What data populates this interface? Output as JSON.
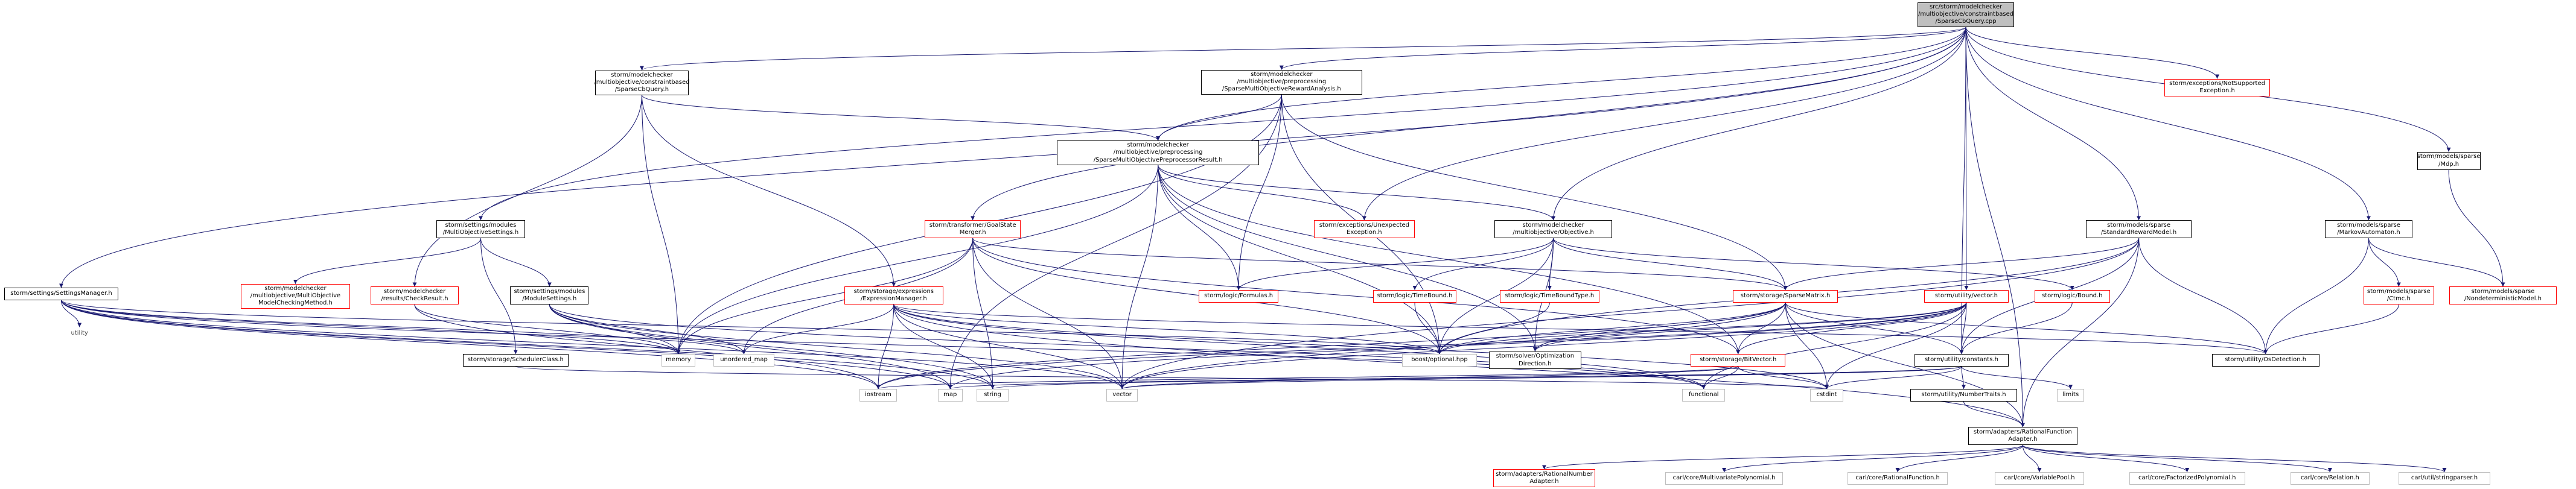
{
  "colors": {
    "edge": "#191970",
    "box_border": "#000000",
    "box_red": "#ff0000",
    "box_gray": "#bfbfbf",
    "root_fill": "#bfbfbf"
  },
  "nodes": [
    {
      "id": "root",
      "kind": "root",
      "lines": [
        "src/storm/modelchecker",
        "/multiobjective/constraintbased",
        "/SparseCbQuery.cpp"
      ]
    },
    {
      "id": "cbquery_h",
      "kind": "normal",
      "lines": [
        "storm/modelchecker",
        "/multiobjective/constraintbased",
        "/SparseCbQuery.h"
      ]
    },
    {
      "id": "reward_analysis",
      "kind": "normal",
      "lines": [
        "storm/modelchecker",
        "/multiobjective/preprocessing",
        "/SparseMultiObjectiveRewardAnalysis.h"
      ]
    },
    {
      "id": "preproc_result",
      "kind": "normal",
      "lines": [
        "storm/modelchecker",
        "/multiobjective/preprocessing",
        "/SparseMultiObjectivePreprocessorResult.h"
      ]
    },
    {
      "id": "mo_settings",
      "kind": "normal",
      "lines": [
        "storm/settings/modules",
        "/MultiObjectiveSettings.h"
      ]
    },
    {
      "id": "settings_manager",
      "kind": "normal",
      "lines": [
        "storm/settings/SettingsManager.h"
      ]
    },
    {
      "id": "utility",
      "kind": "none",
      "lines": [
        "utility"
      ]
    },
    {
      "id": "mo_method",
      "kind": "red",
      "lines": [
        "storm/modelchecker",
        "/multiobjective/MultiObjective",
        "ModelCheckingMethod.h"
      ]
    },
    {
      "id": "check_result",
      "kind": "red",
      "lines": [
        "storm/modelchecker",
        "/results/CheckResult.h"
      ]
    },
    {
      "id": "module_settings",
      "kind": "normal",
      "lines": [
        "storm/settings/modules",
        "/ModuleSettings.h"
      ]
    },
    {
      "id": "scheduler_class",
      "kind": "normal",
      "lines": [
        "storm/storage/SchedulerClass.h"
      ]
    },
    {
      "id": "goal_state",
      "kind": "red",
      "lines": [
        "storm/transformer/GoalState",
        "Merger.h"
      ]
    },
    {
      "id": "expr_manager",
      "kind": "red",
      "lines": [
        "storm/storage/expressions",
        "/ExpressionManager.h"
      ]
    },
    {
      "id": "unexpected_exc",
      "kind": "red",
      "lines": [
        "storm/exceptions/Unexpected",
        "Exception.h"
      ]
    },
    {
      "id": "mo_objective",
      "kind": "normal",
      "lines": [
        "storm/modelchecker",
        "/multiobjective/Objective.h"
      ]
    },
    {
      "id": "logic_formulas",
      "kind": "red",
      "lines": [
        "storm/logic/Formulas.h"
      ]
    },
    {
      "id": "time_bound",
      "kind": "red",
      "lines": [
        "storm/logic/TimeBound.h"
      ]
    },
    {
      "id": "time_bound_type",
      "kind": "red",
      "lines": [
        "storm/logic/TimeBoundType.h"
      ]
    },
    {
      "id": "sparse_matrix",
      "kind": "red",
      "lines": [
        "storm/storage/SparseMatrix.h"
      ]
    },
    {
      "id": "utility_vector",
      "kind": "red",
      "lines": [
        "storm/utility/vector.h"
      ]
    },
    {
      "id": "logic_bound",
      "kind": "red",
      "lines": [
        "storm/logic/Bound.h"
      ]
    },
    {
      "id": "std_reward",
      "kind": "normal",
      "lines": [
        "storm/models/sparse",
        "/StandardRewardModel.h"
      ]
    },
    {
      "id": "markov_automaton",
      "kind": "normal",
      "lines": [
        "storm/models/sparse",
        "/MarkovAutomaton.h"
      ]
    },
    {
      "id": "mdp",
      "kind": "normal",
      "lines": [
        "storm/models/sparse",
        "/Mdp.h"
      ]
    },
    {
      "id": "not_supported",
      "kind": "red",
      "lines": [
        "storm/exceptions/NotSupported",
        "Exception.h"
      ]
    },
    {
      "id": "ctmc",
      "kind": "red",
      "lines": [
        "storm/models/sparse",
        "/Ctmc.h"
      ]
    },
    {
      "id": "nondet_model",
      "kind": "red",
      "lines": [
        "storm/models/sparse",
        "/NondeterministicModel.h"
      ]
    },
    {
      "id": "boost_optional",
      "kind": "gray",
      "lines": [
        "boost/optional.hpp"
      ]
    },
    {
      "id": "solver_opt_dir",
      "kind": "normal",
      "lines": [
        "storm/solver/Optimization",
        "Direction.h"
      ]
    },
    {
      "id": "bit_vector",
      "kind": "red",
      "lines": [
        "storm/storage/BitVector.h"
      ]
    },
    {
      "id": "constants",
      "kind": "normal",
      "lines": [
        "storm/utility/constants.h"
      ]
    },
    {
      "id": "os_detection",
      "kind": "normal",
      "lines": [
        "storm/utility/OsDetection.h"
      ]
    },
    {
      "id": "memory",
      "kind": "gray",
      "lines": [
        "memory"
      ]
    },
    {
      "id": "unordered_map",
      "kind": "gray",
      "lines": [
        "unordered_map"
      ]
    },
    {
      "id": "iostream",
      "kind": "gray",
      "lines": [
        "iostream"
      ]
    },
    {
      "id": "map",
      "kind": "gray",
      "lines": [
        "map"
      ]
    },
    {
      "id": "string",
      "kind": "gray",
      "lines": [
        "string"
      ]
    },
    {
      "id": "vector",
      "kind": "gray",
      "lines": [
        "vector"
      ]
    },
    {
      "id": "functional",
      "kind": "gray",
      "lines": [
        "functional"
      ]
    },
    {
      "id": "cstdint",
      "kind": "gray",
      "lines": [
        "cstdint"
      ]
    },
    {
      "id": "limits",
      "kind": "gray",
      "lines": [
        "limits"
      ]
    },
    {
      "id": "number_traits",
      "kind": "normal",
      "lines": [
        "storm/utility/NumberTraits.h"
      ]
    },
    {
      "id": "rational_function",
      "kind": "normal",
      "lines": [
        "storm/adapters/RationalFunction",
        "Adapter.h"
      ]
    },
    {
      "id": "rational_number",
      "kind": "red",
      "lines": [
        "storm/adapters/RationalNumber",
        "Adapter.h"
      ]
    },
    {
      "id": "carl_multivariate",
      "kind": "gray",
      "lines": [
        "carl/core/MultivariatePolynomial.h"
      ]
    },
    {
      "id": "carl_rational_fn",
      "kind": "gray",
      "lines": [
        "carl/core/RationalFunction.h"
      ]
    },
    {
      "id": "carl_variable_pool",
      "kind": "gray",
      "lines": [
        "carl/core/VariablePool.h"
      ]
    },
    {
      "id": "carl_factorized",
      "kind": "gray",
      "lines": [
        "carl/core/FactorizedPolynomial.h"
      ]
    },
    {
      "id": "carl_relation",
      "kind": "gray",
      "lines": [
        "carl/core/Relation.h"
      ]
    },
    {
      "id": "carl_stringparser",
      "kind": "gray",
      "lines": [
        "carl/util/stringparser.h"
      ]
    }
  ],
  "edges": [
    [
      "root",
      "cbquery_h"
    ],
    [
      "root",
      "reward_analysis"
    ],
    [
      "root",
      "preproc_result"
    ],
    [
      "root",
      "mo_settings"
    ],
    [
      "root",
      "settings_manager"
    ],
    [
      "root",
      "goal_state"
    ],
    [
      "root",
      "unexpected_exc"
    ],
    [
      "root",
      "mo_objective"
    ],
    [
      "root",
      "std_reward"
    ],
    [
      "root",
      "markov_automaton"
    ],
    [
      "root",
      "mdp"
    ],
    [
      "root",
      "not_supported"
    ],
    [
      "root",
      "utility_vector"
    ],
    [
      "root",
      "constants"
    ],
    [
      "root",
      "rational_function"
    ],
    [
      "cbquery_h",
      "preproc_result"
    ],
    [
      "cbquery_h",
      "check_result"
    ],
    [
      "cbquery_h",
      "expr_manager"
    ],
    [
      "cbquery_h",
      "memory"
    ],
    [
      "reward_analysis",
      "preproc_result"
    ],
    [
      "reward_analysis",
      "logic_formulas"
    ],
    [
      "reward_analysis",
      "sparse_matrix"
    ],
    [
      "reward_analysis",
      "boost_optional"
    ],
    [
      "reward_analysis",
      "memory"
    ],
    [
      "reward_analysis",
      "map"
    ],
    [
      "preproc_result",
      "mo_objective"
    ],
    [
      "preproc_result",
      "logic_formulas"
    ],
    [
      "preproc_result",
      "unexpected_exc"
    ],
    [
      "preproc_result",
      "boost_optional"
    ],
    [
      "preproc_result",
      "memory"
    ],
    [
      "preproc_result",
      "vector"
    ],
    [
      "preproc_result",
      "solver_opt_dir"
    ],
    [
      "preproc_result",
      "bit_vector"
    ],
    [
      "mo_settings",
      "mo_method"
    ],
    [
      "mo_settings",
      "module_settings"
    ],
    [
      "mo_settings",
      "scheduler_class"
    ],
    [
      "settings_manager",
      "utility"
    ],
    [
      "settings_manager",
      "memory"
    ],
    [
      "settings_manager",
      "unordered_map"
    ],
    [
      "settings_manager",
      "iostream"
    ],
    [
      "settings_manager",
      "map"
    ],
    [
      "settings_manager",
      "vector"
    ],
    [
      "settings_manager",
      "string"
    ],
    [
      "settings_manager",
      "boost_optional"
    ],
    [
      "settings_manager",
      "functional"
    ],
    [
      "check_result",
      "iostream"
    ],
    [
      "check_result",
      "memory"
    ],
    [
      "module_settings",
      "memory"
    ],
    [
      "module_settings",
      "unordered_map"
    ],
    [
      "module_settings",
      "map"
    ],
    [
      "module_settings",
      "vector"
    ],
    [
      "module_settings",
      "string"
    ],
    [
      "module_settings",
      "functional"
    ],
    [
      "scheduler_class",
      "cstdint"
    ],
    [
      "goal_state",
      "sparse_matrix"
    ],
    [
      "goal_state",
      "boost_optional"
    ],
    [
      "goal_state",
      "memory"
    ],
    [
      "goal_state",
      "unordered_map"
    ],
    [
      "goal_state",
      "string"
    ],
    [
      "goal_state",
      "vector"
    ],
    [
      "goal_state",
      "bit_vector"
    ],
    [
      "expr_manager",
      "unordered_map"
    ],
    [
      "expr_manager",
      "iostream"
    ],
    [
      "expr_manager",
      "string"
    ],
    [
      "expr_manager",
      "vector"
    ],
    [
      "expr_manager",
      "cstdint"
    ],
    [
      "expr_manager",
      "boost_optional"
    ],
    [
      "expr_manager",
      "os_detection"
    ],
    [
      "expr_manager",
      "functional"
    ],
    [
      "expr_manager",
      "rational_function"
    ],
    [
      "mo_objective",
      "logic_formulas"
    ],
    [
      "mo_objective",
      "time_bound"
    ],
    [
      "mo_objective",
      "time_bound_type"
    ],
    [
      "mo_objective",
      "boost_optional"
    ],
    [
      "mo_objective",
      "solver_opt_dir"
    ],
    [
      "mo_objective",
      "sparse_matrix"
    ],
    [
      "mo_objective",
      "logic_bound"
    ],
    [
      "time_bound",
      "boost_optional"
    ],
    [
      "time_bound_type",
      "boost_optional"
    ],
    [
      "sparse_matrix",
      "boost_optional"
    ],
    [
      "sparse_matrix",
      "bit_vector"
    ],
    [
      "sparse_matrix",
      "constants"
    ],
    [
      "sparse_matrix",
      "os_detection"
    ],
    [
      "sparse_matrix",
      "solver_opt_dir"
    ],
    [
      "sparse_matrix",
      "iostream"
    ],
    [
      "sparse_matrix",
      "vector"
    ],
    [
      "sparse_matrix",
      "cstdint"
    ],
    [
      "sparse_matrix",
      "rational_function"
    ],
    [
      "utility_vector",
      "bit_vector"
    ],
    [
      "utility_vector",
      "constants"
    ],
    [
      "utility_vector",
      "boost_optional"
    ],
    [
      "utility_vector",
      "solver_opt_dir"
    ],
    [
      "utility_vector",
      "iostream"
    ],
    [
      "utility_vector",
      "vector"
    ],
    [
      "utility_vector",
      "functional"
    ],
    [
      "utility_vector",
      "cstdint"
    ],
    [
      "utility_vector",
      "map"
    ],
    [
      "logic_bound",
      "constants"
    ],
    [
      "std_reward",
      "sparse_matrix"
    ],
    [
      "std_reward",
      "constants"
    ],
    [
      "std_reward",
      "os_detection"
    ],
    [
      "std_reward",
      "boost_optional"
    ],
    [
      "std_reward",
      "vector"
    ],
    [
      "std_reward",
      "rational_function"
    ],
    [
      "markov_automaton",
      "ctmc"
    ],
    [
      "markov_automaton",
      "nondet_model"
    ],
    [
      "markov_automaton",
      "os_detection"
    ],
    [
      "mdp",
      "nondet_model"
    ],
    [
      "ctmc",
      "os_detection"
    ],
    [
      "bit_vector",
      "cstdint"
    ],
    [
      "bit_vector",
      "functional"
    ],
    [
      "bit_vector",
      "iostream"
    ],
    [
      "bit_vector",
      "vector"
    ],
    [
      "constants",
      "limits"
    ],
    [
      "constants",
      "cstdint"
    ],
    [
      "constants",
      "number_traits"
    ],
    [
      "constants",
      "map"
    ],
    [
      "constants",
      "vector"
    ],
    [
      "constants",
      "string"
    ],
    [
      "number_traits",
      "rational_function"
    ],
    [
      "rational_function",
      "rational_number"
    ],
    [
      "rational_function",
      "carl_multivariate"
    ],
    [
      "rational_function",
      "carl_rational_fn"
    ],
    [
      "rational_function",
      "carl_variable_pool"
    ],
    [
      "rational_function",
      "carl_factorized"
    ],
    [
      "rational_function",
      "carl_relation"
    ],
    [
      "rational_function",
      "carl_stringparser"
    ]
  ]
}
